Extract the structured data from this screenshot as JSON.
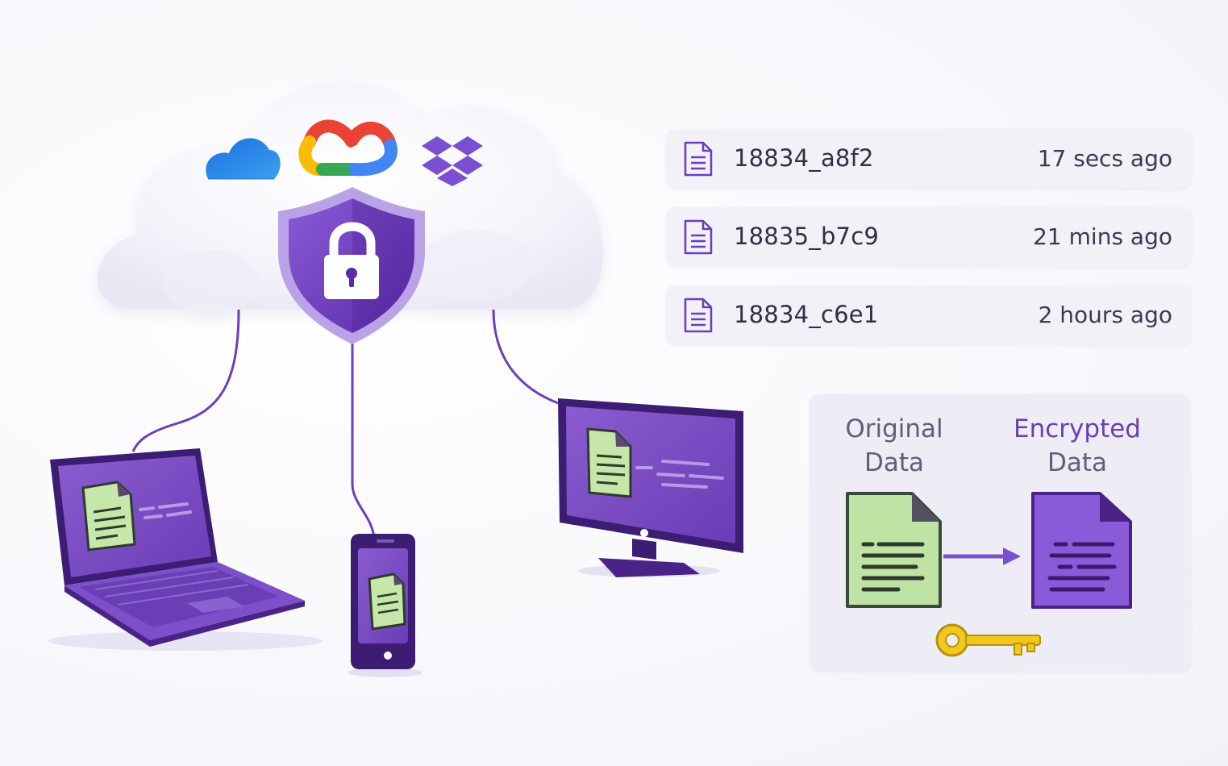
{
  "files": [
    {
      "name": "18834_a8f2",
      "time": "17 secs ago"
    },
    {
      "name": "18835_b7c9",
      "time": "21 mins ago"
    },
    {
      "name": "18834_c6e1",
      "time": "2 hours ago"
    }
  ],
  "encryption": {
    "original_line1": "Original",
    "original_line2": "Data",
    "encrypted_line1": "Encrypted",
    "encrypted_line2": "Data"
  },
  "icons": {
    "cloud_services": [
      "onedrive-icon",
      "google-cloud-icon",
      "dropbox-icon"
    ],
    "security": "shield-lock-icon",
    "devices": [
      "laptop",
      "smartphone",
      "desktop-monitor"
    ],
    "key": "golden-key-icon"
  },
  "colors": {
    "accent_purple": "#6b3fb8",
    "device_purple": "#5a2d9c",
    "document_green": "#bfe3a4",
    "key_gold": "#f2c81e",
    "onedrive_blue": "#1d7be0"
  }
}
